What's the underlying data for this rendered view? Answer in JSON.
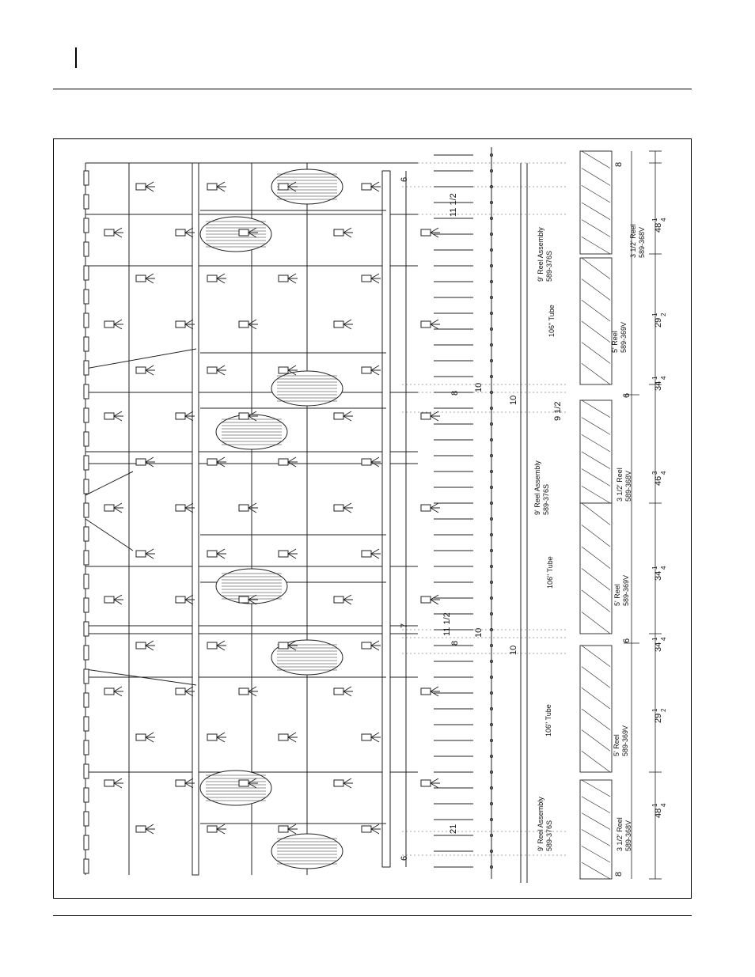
{
  "page": {
    "header_mark": "",
    "footer_text": ""
  },
  "drawing": {
    "labels": [
      {
        "id": "reel-368v-right",
        "line1": "3 1/2' Reel",
        "line2": "589-368V"
      },
      {
        "id": "reel-369v-right",
        "line1": "5' Reel",
        "line2": "589-369V"
      },
      {
        "id": "reel-asm-right",
        "line1": "9' Reel Assembly",
        "line2": "589-376S"
      },
      {
        "id": "tube-right",
        "line1": "106\" Tube",
        "line2": ""
      },
      {
        "id": "reel-asm-center",
        "line1": "9' Reel Assembly",
        "line2": "589-376S"
      },
      {
        "id": "reel-368v-center",
        "line1": "3 1/2' Reel",
        "line2": "589-368V"
      },
      {
        "id": "tube-center",
        "line1": "106\" Tube",
        "line2": ""
      },
      {
        "id": "reel-369v-center",
        "line1": "5' Reel",
        "line2": "589-369V"
      },
      {
        "id": "tube-left",
        "line1": "106\" Tube",
        "line2": ""
      },
      {
        "id": "reel-369v-left",
        "line1": "5' Reel",
        "line2": "589-369V"
      },
      {
        "id": "reel-asm-left",
        "line1": "9' Reel Assembly",
        "line2": "589-376S"
      },
      {
        "id": "reel-368v-left",
        "line1": "3 1/2' Reel",
        "line2": "589-368V"
      }
    ],
    "dimensions_outer": [
      {
        "whole": "8",
        "num": "",
        "den": ""
      },
      {
        "whole": "48",
        "num": "1",
        "den": "4"
      },
      {
        "whole": "29",
        "num": "1",
        "den": "2"
      },
      {
        "whole": "34",
        "num": "1",
        "den": "4"
      },
      {
        "whole": "6",
        "num": "",
        "den": ""
      },
      {
        "whole": "46",
        "num": "3",
        "den": "4"
      },
      {
        "whole": "34",
        "num": "1",
        "den": "4"
      },
      {
        "whole": "6",
        "num": "",
        "den": ""
      },
      {
        "whole": "34",
        "num": "1",
        "den": "4"
      },
      {
        "whole": "29",
        "num": "1",
        "den": "2"
      },
      {
        "whole": "48",
        "num": "1",
        "den": "4"
      },
      {
        "whole": "8",
        "num": "",
        "den": ""
      }
    ],
    "dimensions_inner": [
      {
        "value": "6"
      },
      {
        "value": "11 1/2"
      },
      {
        "value": "8"
      },
      {
        "value": "10"
      },
      {
        "value": "10"
      },
      {
        "value": "9 1/2"
      },
      {
        "value": "7"
      },
      {
        "value": "11 1/2"
      },
      {
        "value": "8"
      },
      {
        "value": "10"
      },
      {
        "value": "10"
      },
      {
        "value": "21"
      },
      {
        "value": "6"
      }
    ]
  }
}
